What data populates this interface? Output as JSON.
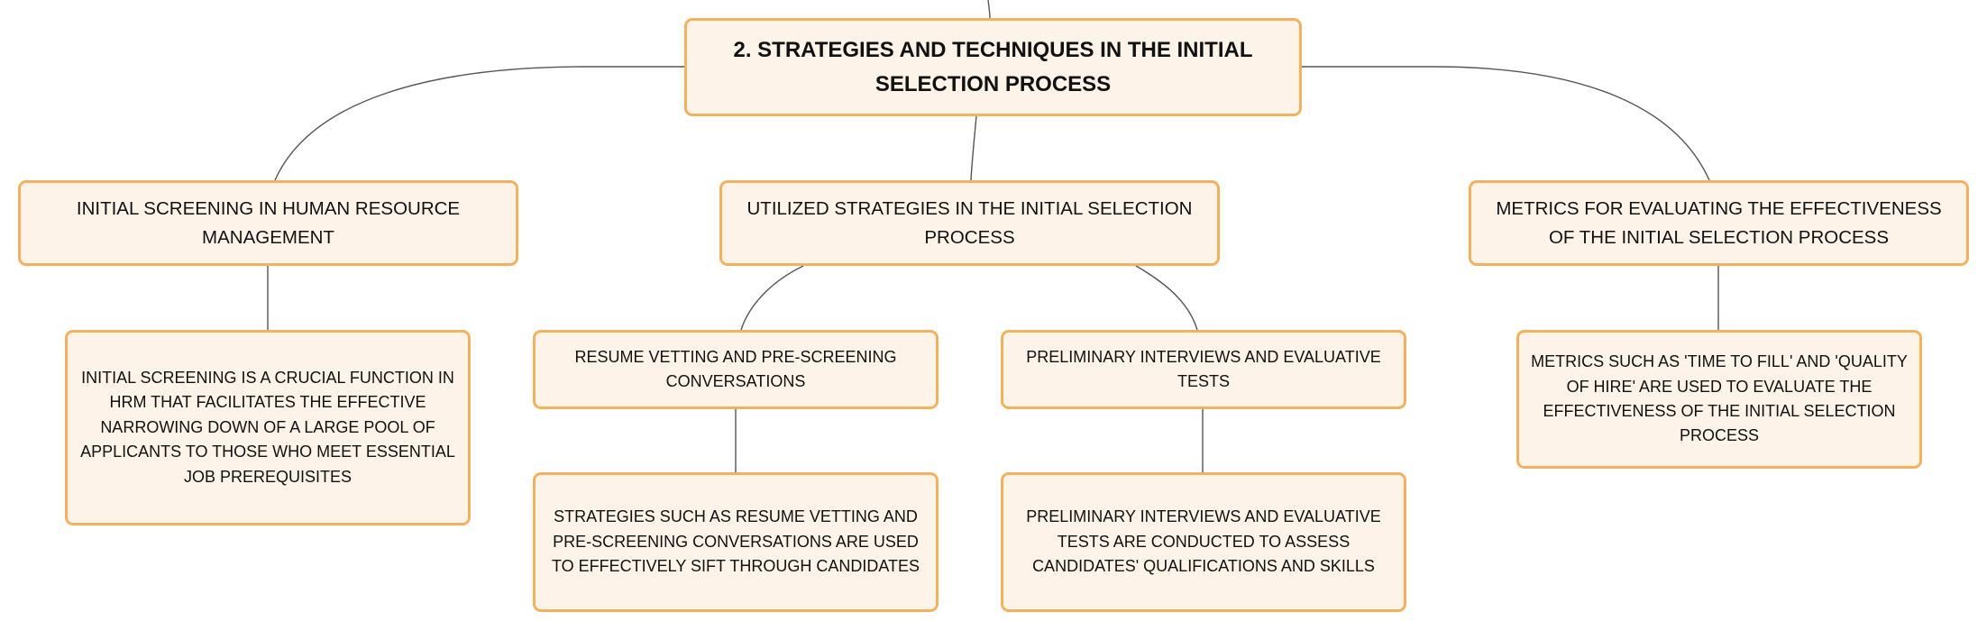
{
  "root": {
    "text": "2. STRATEGIES AND TECHNIQUES IN THE INITIAL SELECTION PROCESS"
  },
  "branches": [
    {
      "label": "INITIAL SCREENING IN HUMAN RESOURCE MANAGEMENT",
      "children": [
        {
          "label": "INITIAL SCREENING IS A CRUCIAL FUNCTION IN HRM THAT FACILITATES THE EFFECTIVE NARROWING DOWN OF A LARGE POOL OF APPLICANTS TO THOSE WHO MEET ESSENTIAL JOB PREREQUISITES"
        }
      ]
    },
    {
      "label": "UTILIZED STRATEGIES IN THE INITIAL SELECTION PROCESS",
      "children": [
        {
          "label": "RESUME VETTING AND PRE-SCREENING CONVERSATIONS",
          "children": [
            {
              "label": "STRATEGIES SUCH AS RESUME VETTING AND PRE-SCREENING CONVERSATIONS ARE USED TO EFFECTIVELY SIFT THROUGH CANDIDATES"
            }
          ]
        },
        {
          "label": "PRELIMINARY INTERVIEWS AND EVALUATIVE TESTS",
          "children": [
            {
              "label": "PRELIMINARY INTERVIEWS AND EVALUATIVE TESTS ARE CONDUCTED TO ASSESS CANDIDATES' QUALIFICATIONS AND SKILLS"
            }
          ]
        }
      ]
    },
    {
      "label": "METRICS FOR EVALUATING THE EFFECTIVENESS OF THE INITIAL SELECTION PROCESS",
      "children": [
        {
          "label": "METRICS SUCH AS 'TIME TO FILL' AND 'QUALITY OF HIRE' ARE USED TO EVALUATE THE EFFECTIVENESS OF THE INITIAL SELECTION PROCESS"
        }
      ]
    }
  ]
}
